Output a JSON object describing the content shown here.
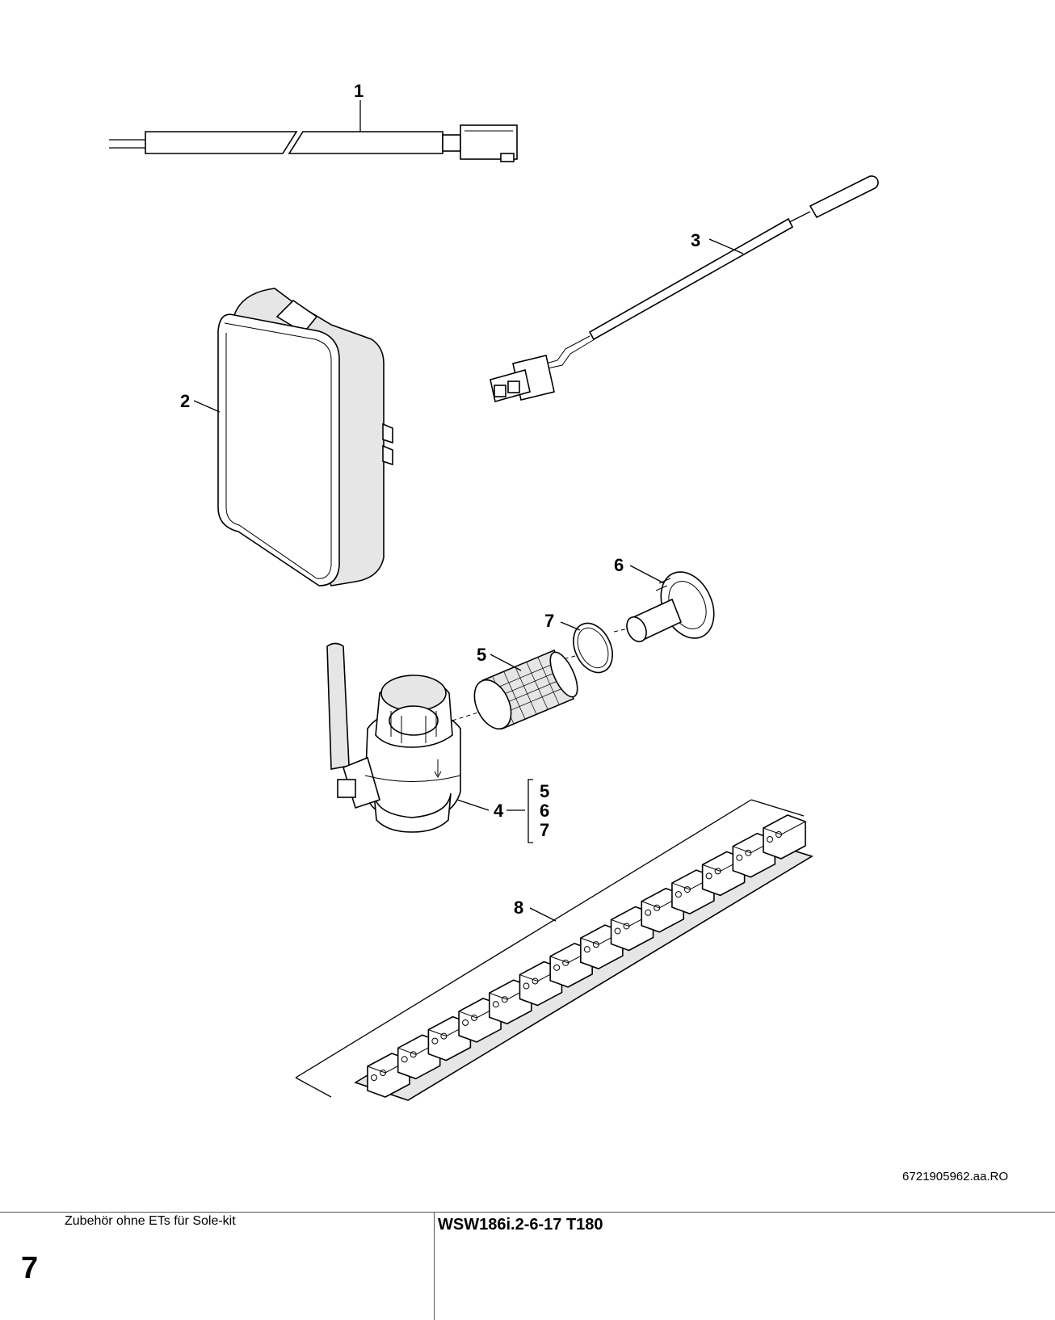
{
  "callouts": {
    "p1": "1",
    "p2": "2",
    "p3": "3",
    "p4": "4",
    "p5": "5",
    "p6": "6",
    "p7": "7",
    "p8": "8"
  },
  "bracket_items": [
    "5",
    "6",
    "7"
  ],
  "drawing_number": "6721905962.aa.RO",
  "footer": {
    "subtitle": "Zubehör ohne ETs für Sole-kit",
    "page_number": "7",
    "model": "WSW186i.2-6-17 T180"
  }
}
